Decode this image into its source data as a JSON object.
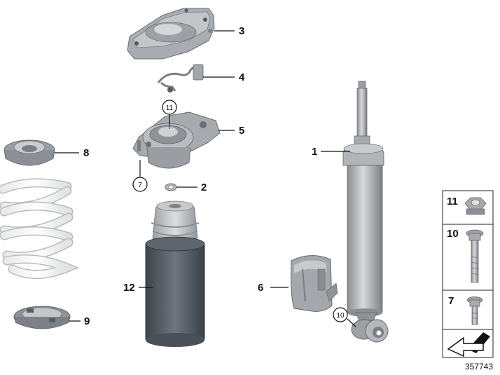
{
  "callouts": {
    "c1": "1",
    "c2": "2",
    "c3": "3",
    "c4": "4",
    "c5": "5",
    "c6": "6",
    "c8": "8",
    "c9": "9",
    "c12": "12"
  },
  "circled": {
    "c7": "7",
    "c10": "10",
    "c11": "11"
  },
  "legend": {
    "items": [
      "11",
      "10",
      "7"
    ]
  },
  "diagram_number": "357743"
}
